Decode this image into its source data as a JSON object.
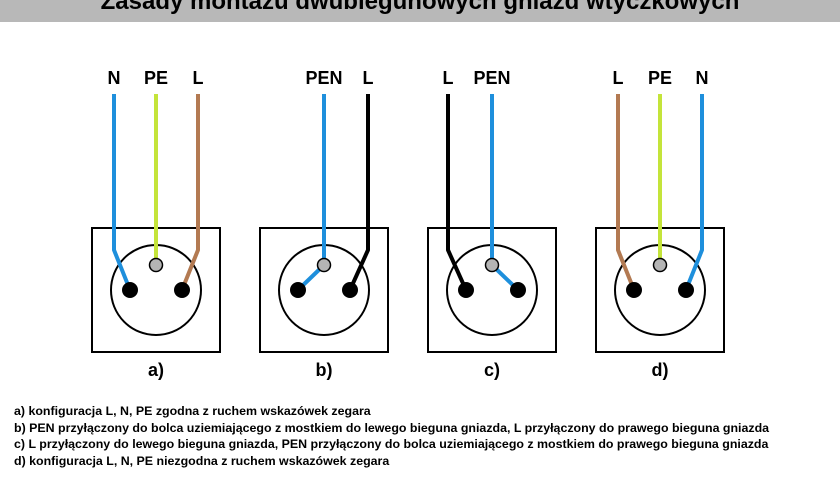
{
  "title": "Zasady montażu dwubiegunowych gniazd wtyczkowych",
  "colors": {
    "blue": "#1e8fdc",
    "yellow_green": "#c4e43a",
    "brown": "#b37a52",
    "black": "#000000",
    "center_pin": "#b4b4b4",
    "title_bar": "#b8b8b8"
  },
  "panels": [
    {
      "id": "a",
      "label": "a)",
      "wires": [
        {
          "label": "N",
          "color": "blue",
          "terminal": "left"
        },
        {
          "label": "PE",
          "color": "yellow_green",
          "terminal": "center"
        },
        {
          "label": "L",
          "color": "brown",
          "terminal": "right"
        }
      ],
      "bridge": null
    },
    {
      "id": "b",
      "label": "b)",
      "wires": [
        {
          "label": "PEN",
          "color": "blue",
          "terminal": "center"
        },
        {
          "label": "L",
          "color": "black",
          "terminal": "right"
        }
      ],
      "bridge": {
        "color": "blue",
        "from": "center",
        "to": "left"
      }
    },
    {
      "id": "c",
      "label": "c)",
      "wires": [
        {
          "label": "L",
          "color": "black",
          "terminal": "left"
        },
        {
          "label": "PEN",
          "color": "blue",
          "terminal": "center"
        }
      ],
      "bridge": {
        "color": "blue",
        "from": "center",
        "to": "right"
      }
    },
    {
      "id": "d",
      "label": "d)",
      "wires": [
        {
          "label": "L",
          "color": "brown",
          "terminal": "left"
        },
        {
          "label": "PE",
          "color": "yellow_green",
          "terminal": "center"
        },
        {
          "label": "N",
          "color": "blue",
          "terminal": "right"
        }
      ],
      "bridge": null
    }
  ],
  "legend": [
    "a) konfiguracja L, N, PE zgodna z ruchem wskazówek zegara",
    "b) PEN przyłączony do bolca uziemiającego z mostkiem do lewego bieguna gniazda, L przyłączony do prawego bieguna gniazda",
    "c) L przyłączony do lewego bieguna gniazda, PEN przyłączony do bolca uziemiającego z mostkiem do prawego bieguna gniazda",
    "d) konfiguracja L, N, PE niezgodna z ruchem wskazówek zegara"
  ]
}
